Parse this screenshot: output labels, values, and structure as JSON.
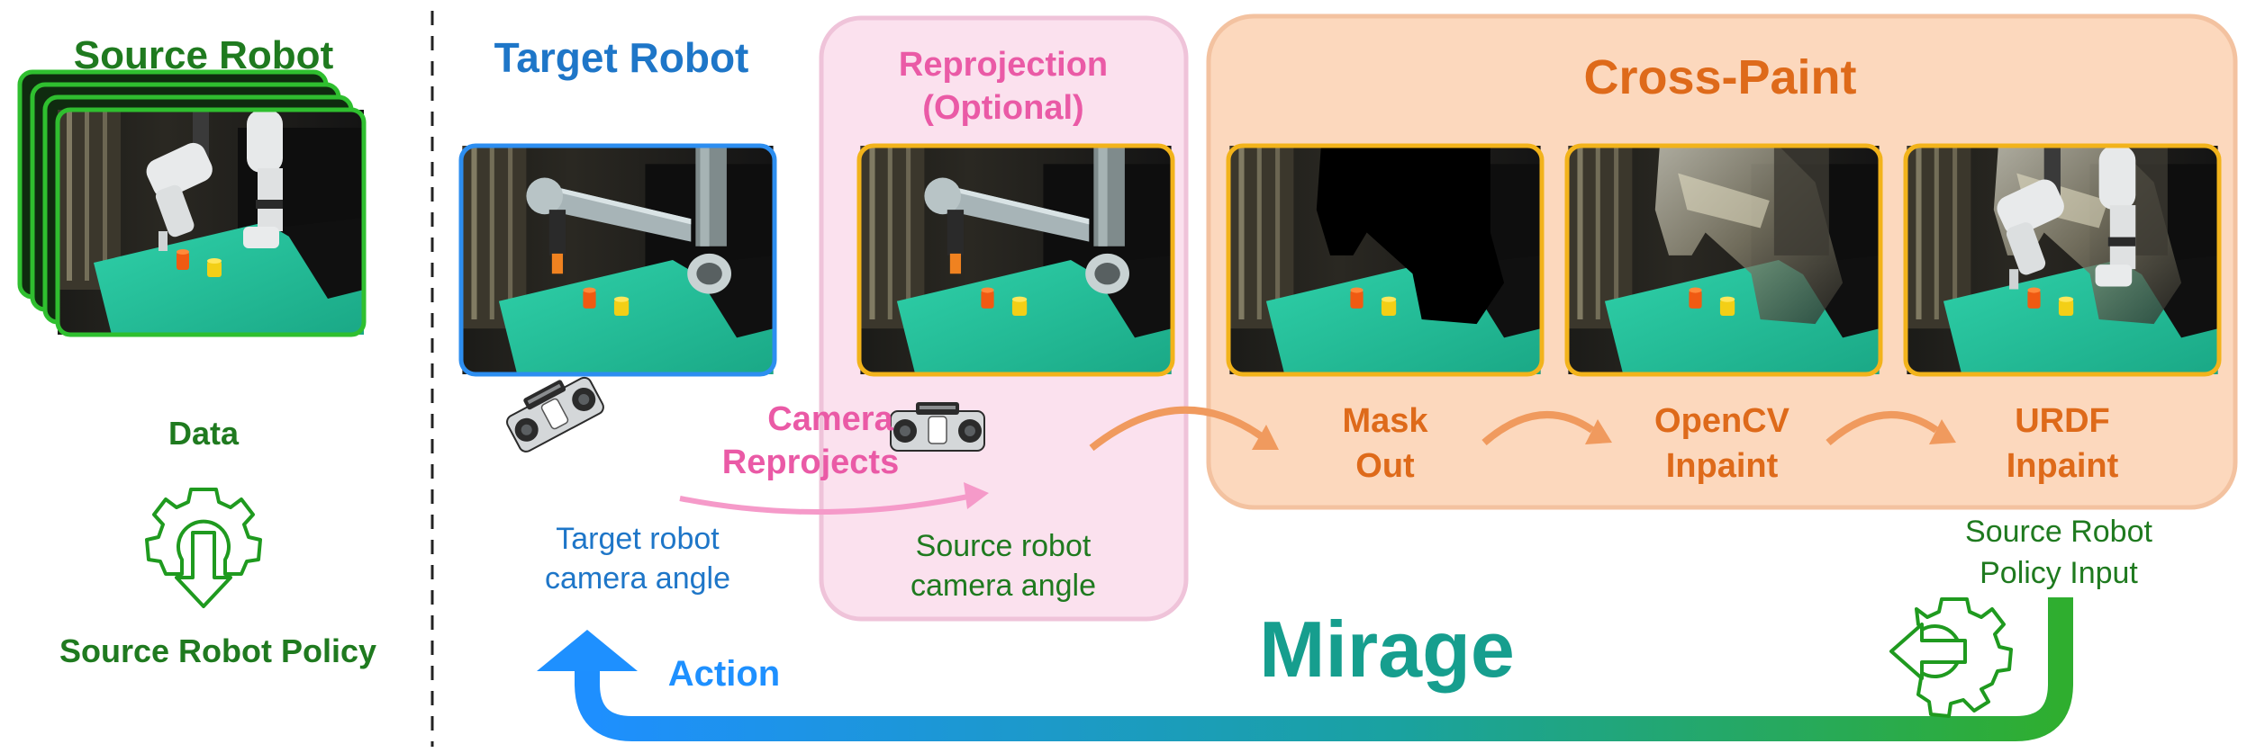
{
  "colors": {
    "source_green": "#1f7a1f",
    "target_blue": "#1e76c8",
    "reprojection_pink": "#ea5aa6",
    "reprojection_panel": "#fbe1ee",
    "crosspaint_orange": "#de6a1a",
    "crosspaint_panel": "#fcd8bd",
    "mirage_teal": "#169e8e",
    "action_blue": "#1e90ff",
    "frame_gold": "#f2b31b"
  },
  "source_section": {
    "title": "Source Robot",
    "data_label": "Data",
    "policy_label": "Source Robot Policy",
    "policy_icon": "gear-arrow-down-icon"
  },
  "target_section": {
    "title": "Target Robot",
    "camera_label_line1": "Target robot",
    "camera_label_line2": "camera angle",
    "camera_icon": "camera-icon"
  },
  "reprojection_section": {
    "title_line1": "Reprojection",
    "title_line2": "(Optional)",
    "action_line1": "Camera",
    "action_line2": "Reprojects",
    "camera_label_line1": "Source robot",
    "camera_label_line2": "camera angle",
    "camera_icon": "camera-icon"
  },
  "crosspaint_section": {
    "title": "Cross-Paint",
    "steps": [
      {
        "line1": "Mask",
        "line2": "Out"
      },
      {
        "line1": "OpenCV",
        "line2": "Inpaint"
      },
      {
        "line1": "URDF",
        "line2": "Inpaint"
      }
    ]
  },
  "output": {
    "label_line1": "Source Robot",
    "label_line2": "Policy Input",
    "policy_icon": "gear-arrow-left-icon"
  },
  "loop": {
    "title": "Mirage",
    "action_label": "Action"
  }
}
